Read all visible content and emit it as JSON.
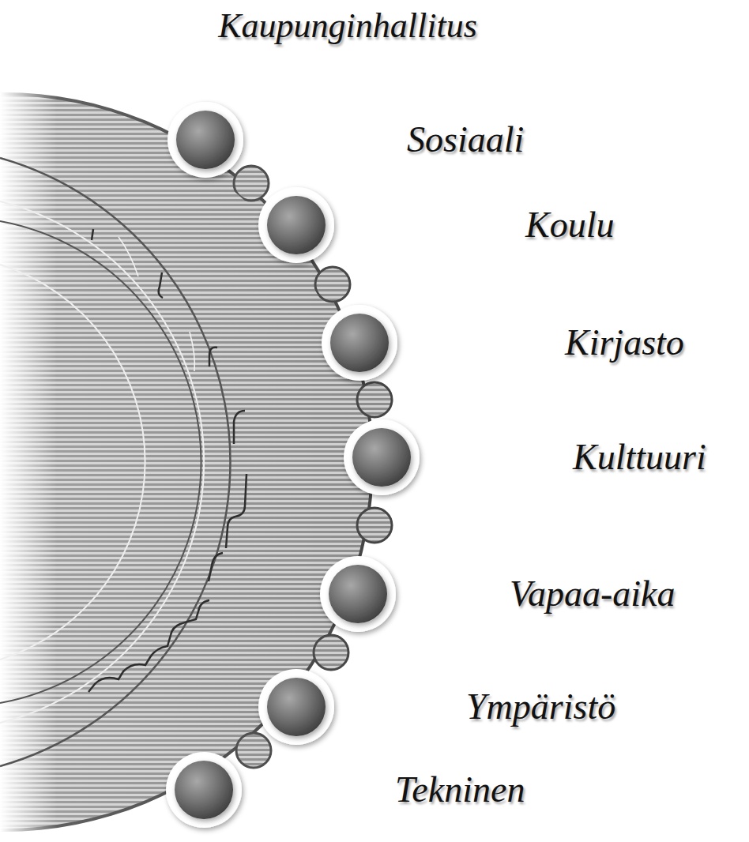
{
  "diagram": {
    "title": "Kaupunginhallitus",
    "labels": [
      "Sosiaali",
      "Koulu",
      "Kirjasto",
      "Kulttuuri",
      "Vapaa-aika",
      "Ympäristö",
      "Tekninen"
    ]
  }
}
